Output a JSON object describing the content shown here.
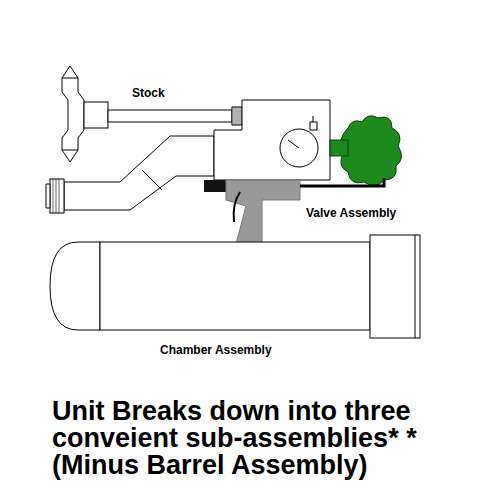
{
  "diagram": {
    "caption": "Unit Breaks down into three conveient sub-assemblies* *(Minus Barrel Assembly)",
    "labels": [
      "Stock",
      "Valve Assembly",
      "Chamber Assembly"
    ]
  }
}
